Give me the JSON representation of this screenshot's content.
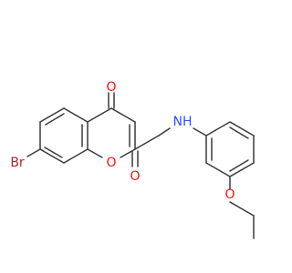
{
  "molecule": {
    "atom_labels": {
      "carbonyl_oxygen": "O",
      "ring_oxygen": "O",
      "amide_oxygen": "O",
      "amide_nh": "NH",
      "ether_oxygen": "O",
      "bromine": "Br"
    },
    "colors": {
      "bond": "#3a3a3a",
      "oxygen": "#ff0d0d",
      "nitrogen": "#3050f8",
      "bromine": "#a62929"
    }
  }
}
